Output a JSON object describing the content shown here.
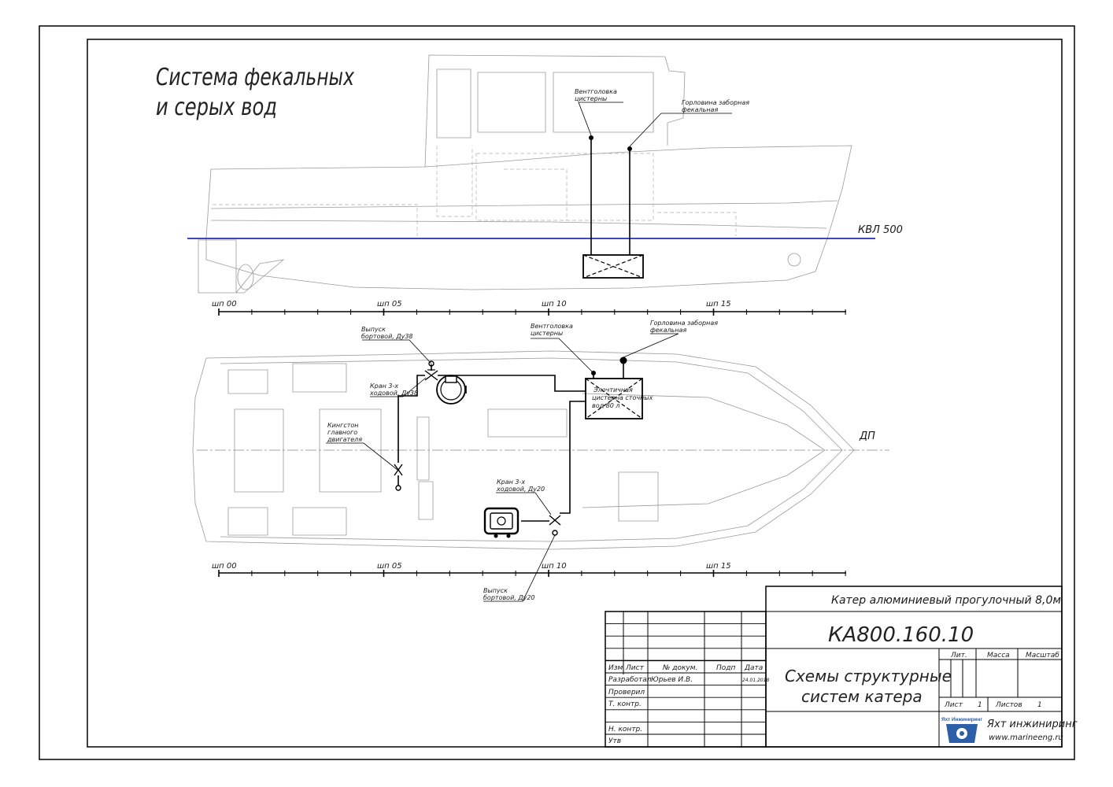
{
  "drawing": {
    "heading_line1": "Система фекальных",
    "heading_line2": "и серых вод",
    "waterline_label": "КВЛ 500",
    "centerline_label": "ДП",
    "frame_labels": [
      "шп 00",
      "шп 05",
      "шп 10",
      "шп 15"
    ],
    "waterline_color": "#1f2fbf"
  },
  "side_view": {
    "vent_line1": "Вентголовка",
    "vent_line2": "цистерны",
    "deckfill_line1": "Горловина заборная",
    "deckfill_line2": "фекальная"
  },
  "plan_view": {
    "outlet38_line1": "Выпуск",
    "outlet38_line2": "бортовой, Ду38",
    "valve38_line1": "Кран 3-х",
    "valve38_line2": "ходовой, Ду38",
    "kingston_line1": "Кингстон",
    "kingston_line2": "главного",
    "kingston_line3": "двигателя",
    "vent_line1": "Вентголовка",
    "vent_line2": "цистерны",
    "deckfill_line1": "Горловина заборная",
    "deckfill_line2": "фекальная",
    "tank_line1": "Элочтичная",
    "tank_line2": "цистерна сточных",
    "tank_line3": "вод 80 л",
    "valve20_line1": "Кран 3-х",
    "valve20_line2": "ходовой, Ду20",
    "outlet20_line1": "Выпуск",
    "outlet20_line2": "бортовой, Ду20"
  },
  "title_block": {
    "product_name": "Катер алюминиевый прогулочный 8,0м",
    "doc_code": "КА800.160.10",
    "doc_title_line1": "Схемы структурные",
    "doc_title_line2": "систем катера",
    "col_izm": "Изм",
    "col_list": "Лист",
    "col_doc": "№ докум.",
    "col_sign": "Подп",
    "col_date": "Дата",
    "row_dev": "Разработал",
    "dev_name": "Юрьев И.В.",
    "dev_date": "24.01.2018",
    "row_check": "Проверил",
    "row_tcontrol": "Т. контр.",
    "row_ncontrol": "Н. контр.",
    "row_approve": "Утв",
    "hdr_lit": "Лит.",
    "hdr_mass": "Масса",
    "hdr_scale": "Масштаб",
    "sheet_label": "Лист",
    "sheet_value": "1",
    "sheets_label": "Листов",
    "sheets_value": "1",
    "logo_caption": "Яхт Инжиниринг",
    "company_name": "Яхт инжиниринг",
    "company_site": "www.marineeng.ru",
    "logo_color": "#2d5fa8"
  }
}
